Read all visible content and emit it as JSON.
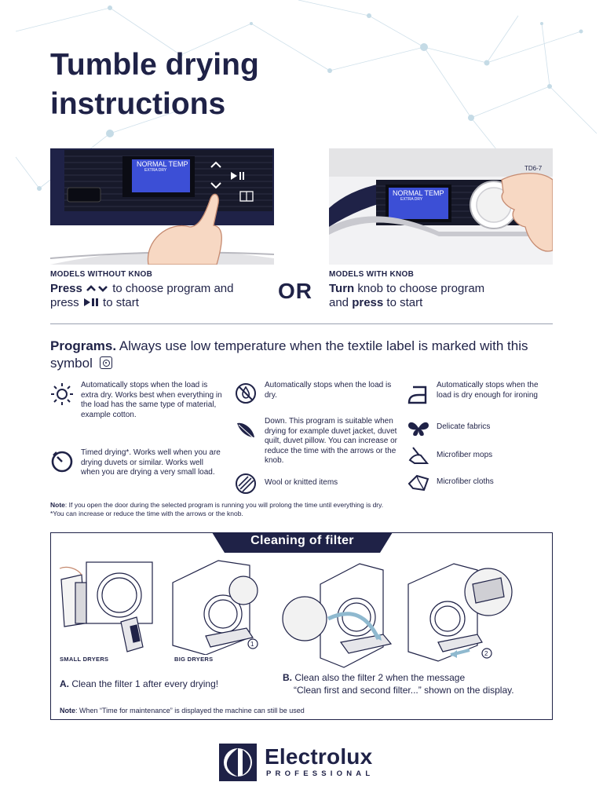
{
  "title": "Tumble drying instructions",
  "display": {
    "line1": "NORMAL TEMP",
    "line2": "EXTRA DRY",
    "model_code": "TD6-7"
  },
  "models_without_knob": {
    "label": "MODELS WITHOUT KNOB",
    "word_press": "Press",
    "text_choose": "to choose program and",
    "word_press2": "press",
    "text_start": "to start"
  },
  "or": "OR",
  "models_with_knob": {
    "label": "MODELS WITH KNOB",
    "word_turn": "Turn",
    "text_knob": "knob to choose program",
    "text_and": "and",
    "word_press": "press",
    "text_start": "to start"
  },
  "programs": {
    "heading_bold": "Programs.",
    "heading_rest": "Always use low temperature when the textile label is marked with this symbol",
    "items": [
      {
        "icon": "sun-icon",
        "text": "Automatically stops when the load is extra dry. Works best when everything in the load has the same type of material, example cotton."
      },
      {
        "icon": "timer-icon",
        "text": "Timed drying*. Works well when you are drying duvets or similar. Works well when you are drying a very small load."
      },
      {
        "icon": "drop-icon",
        "text": "Automatically stops when the load is dry."
      },
      {
        "icon": "feather-icon",
        "text": "Down. This program is suitable when drying for example duvet jacket, duvet quilt, duvet pillow. You can increase or reduce the time with the arrows or the knob."
      },
      {
        "icon": "wool-icon",
        "text": "Wool or knitted items"
      },
      {
        "icon": "iron-icon",
        "text": "Automatically stops when the load is dry enough for ironing"
      },
      {
        "icon": "butterfly-icon",
        "text": "Delicate fabrics"
      },
      {
        "icon": "mop-icon",
        "text": "Microfiber mops"
      },
      {
        "icon": "cloth-icon",
        "text": "Microfiber cloths"
      }
    ]
  },
  "note": {
    "label": "Note",
    "text": ": If you open the door during the selected program is running you will prolong the time until everything is dry.",
    "footnote": "*You can increase or reduce the time with the arrows or the knob."
  },
  "cleaning": {
    "title": "Cleaning of filter",
    "small_dryers": "SMALL DRYERS",
    "big_dryers": "BIG DRYERS",
    "step_a_letter": "A.",
    "step_a_text": "Clean the filter 1 after every drying!",
    "step_b_letter": "B.",
    "step_b_line1": "Clean also the filter 2 when the message",
    "step_b_line2": "“Clean first and second filter...” shown on the display.",
    "callout1": "1",
    "callout2": "2",
    "note_label": "Note",
    "note_text": ": When “Time for maintenance” is displayed the machine can still be used"
  },
  "logo": {
    "name": "Electrolux",
    "sub": "PROFESSIONAL"
  },
  "colors": {
    "navy": "#1f2247",
    "display_blue": "#3c4fd6",
    "panel_dark": "#17192a"
  }
}
